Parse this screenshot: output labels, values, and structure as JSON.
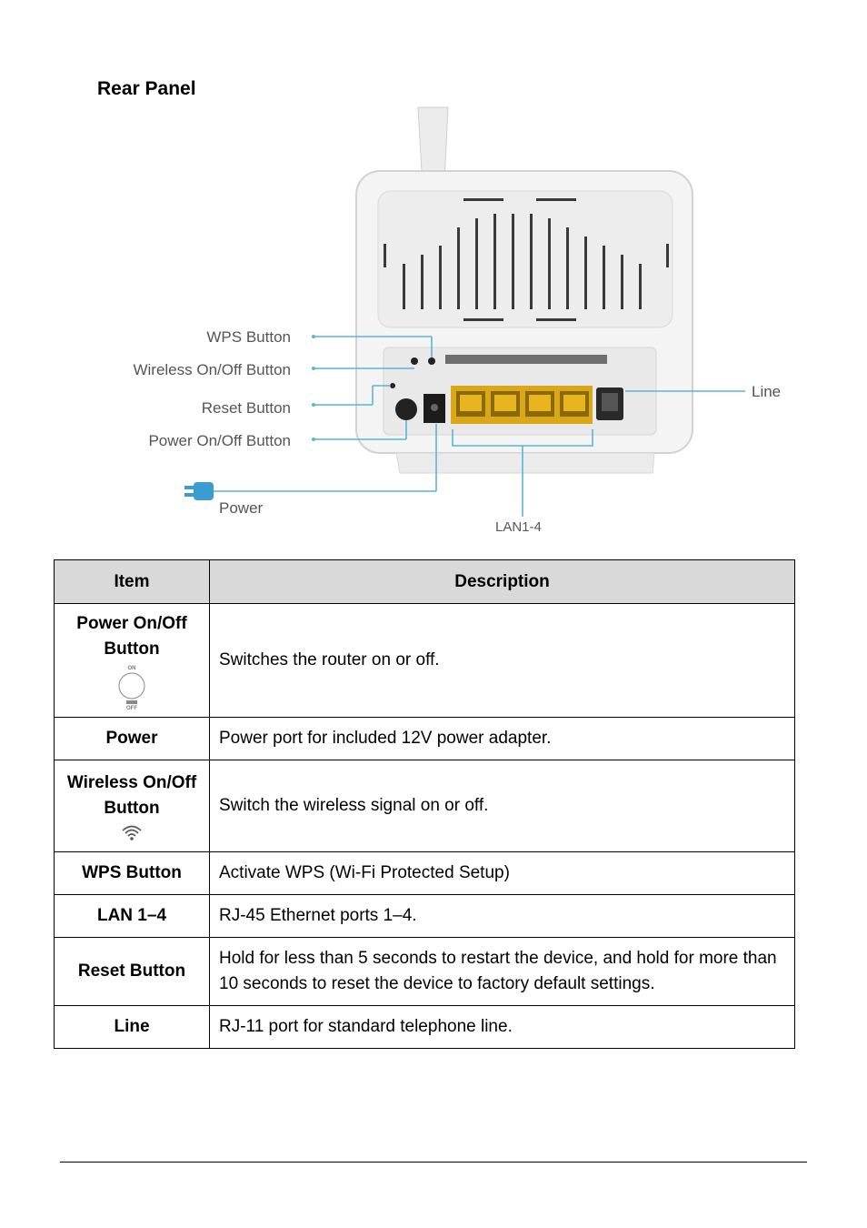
{
  "section_title": "Rear Panel",
  "figure": {
    "callouts": {
      "wps": "WPS Button",
      "wireless": "Wireless On/Off Button",
      "reset": "Reset Button",
      "power_btn": "Power On/Off Button",
      "power": "Power",
      "lan": "LAN1-4",
      "line": "Line"
    },
    "port_color": "#e8b520",
    "callout_line_color": "#5ab4d6"
  },
  "table": {
    "headers": {
      "item": "Item",
      "description": "Description"
    },
    "rows": [
      {
        "item": "Power On/Off Button",
        "description": "Switches the router on or off.",
        "icon": "power-switch-icon"
      },
      {
        "item": "Power",
        "description": "Power port for included 12V power adapter."
      },
      {
        "item": "Wireless On/Off Button",
        "description": "Switch the wireless signal on or off.",
        "icon": "wifi-icon"
      },
      {
        "item": "WPS Button",
        "description": "Activate WPS (Wi-Fi Protected Setup)"
      },
      {
        "item": "LAN 1–4",
        "description": "RJ-45 Ethernet ports 1–4."
      },
      {
        "item": "Reset Button",
        "description": "Hold for less than 5 seconds to restart the device, and hold for more than 10 seconds to reset the device to factory default settings."
      },
      {
        "item": "Line",
        "description": "RJ-11 port for standard telephone line."
      }
    ]
  }
}
